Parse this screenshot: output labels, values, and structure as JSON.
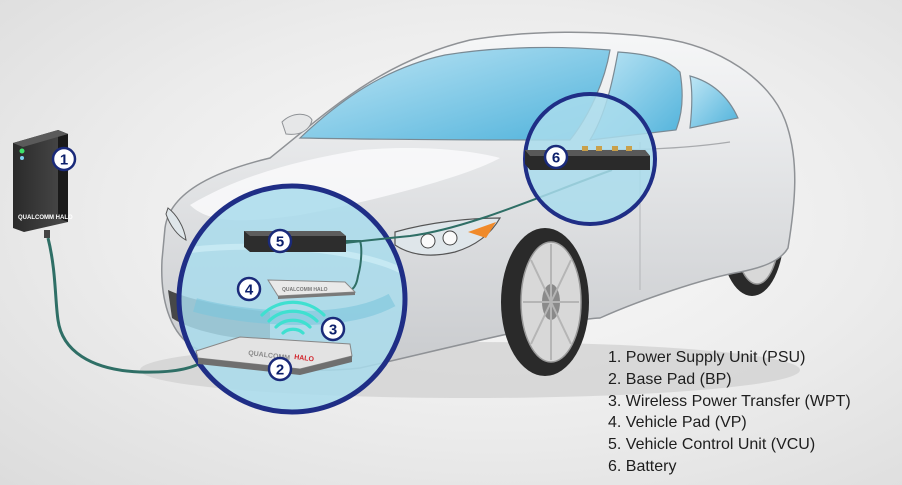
{
  "legend": {
    "items": [
      "1. Power Supply Unit (PSU)",
      "2. Base Pad (BP)",
      "3. Wireless Power Transfer (WPT)",
      "4. Vehicle Pad (VP)",
      "5. Vehicle Control Unit (VCU)",
      "6. Battery"
    ]
  },
  "badges": {
    "psu": "1",
    "base_pad": "2",
    "wpt": "3",
    "vehicle_pad": "4",
    "vcu": "5",
    "battery": "6"
  },
  "brand": {
    "psu_logo": "QUALCOMM HALO",
    "vehicle_pad_logo": "QUALCOMM HALO",
    "base_pad_logo_qualcomm": "QUALCOMM",
    "base_pad_logo_halo": "HALO"
  },
  "colors": {
    "badge_fill": "#ffffff",
    "badge_border": "#1a2a7a",
    "badge_text": "#0c1f6b",
    "magnifier_ring": "#1f2e86",
    "magnifier_fill": "#a9dcec",
    "cable": "#2f6f66",
    "wpt_waves": "#3fe0d0",
    "halo_red": "#d2232a",
    "car_body": "#e9eaec",
    "glass": "#8ed0ea"
  }
}
